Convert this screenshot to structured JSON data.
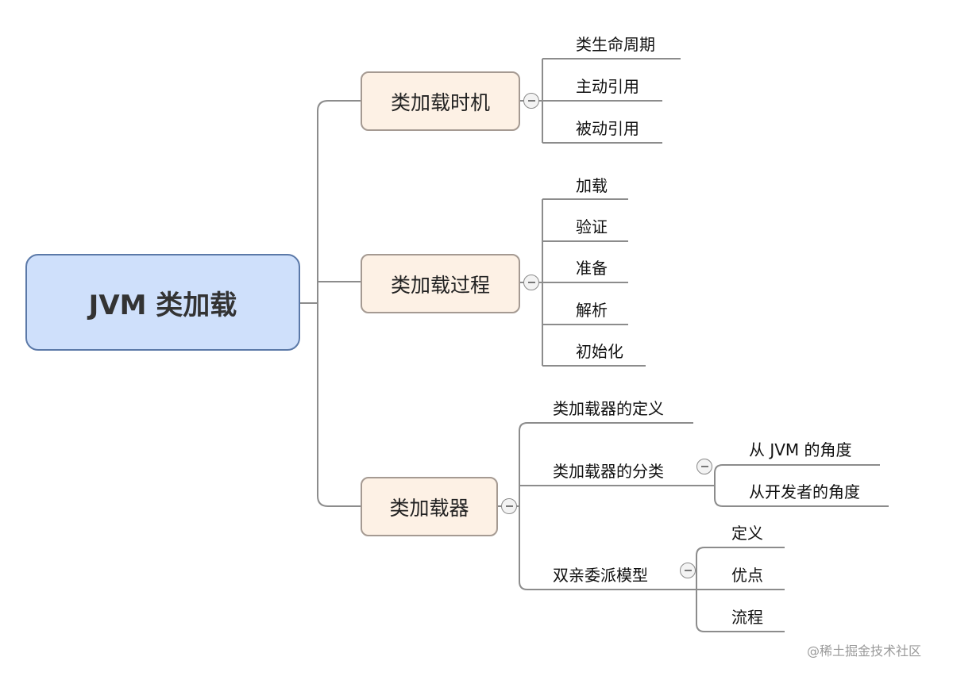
{
  "root": {
    "label": "JVM 类加载"
  },
  "branches": [
    {
      "label": "类加载时机",
      "children": [
        "类生命周期",
        "主动引用",
        "被动引用"
      ]
    },
    {
      "label": "类加载过程",
      "children": [
        "加载",
        "验证",
        "准备",
        "解析",
        "初始化"
      ]
    },
    {
      "label": "类加载器",
      "children": [
        {
          "label": "类加载器的定义",
          "children": []
        },
        {
          "label": "类加载器的分类",
          "children": [
            "从 JVM 的角度",
            "从开发者的角度"
          ]
        },
        {
          "label": "双亲委派模型",
          "children": [
            "定义",
            "优点",
            "流程"
          ]
        }
      ]
    }
  ],
  "watermark": "@稀土掘金技术社区"
}
